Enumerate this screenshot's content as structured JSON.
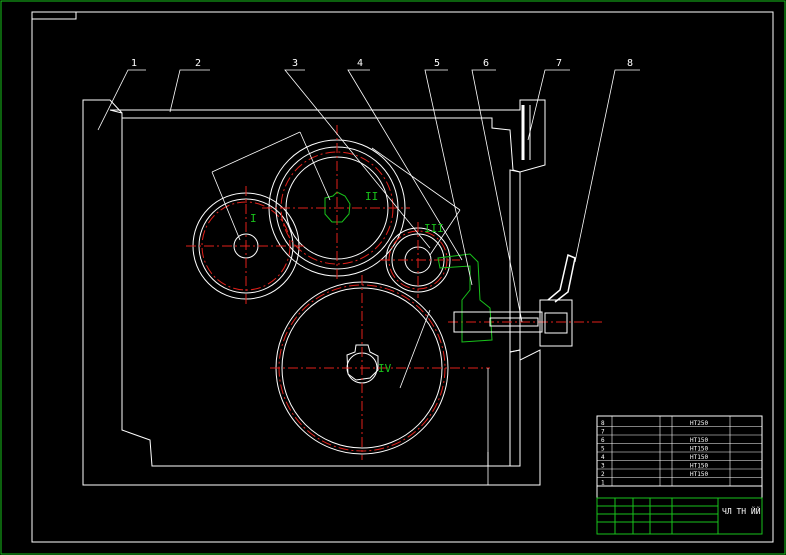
{
  "drawing": {
    "background": "#000000",
    "line_color": "#ffffff",
    "border_color": "#18c21b",
    "centerline_color": "#e0201a",
    "balloons": [
      "1",
      "2",
      "3",
      "4",
      "5",
      "6",
      "7",
      "8"
    ],
    "gear_labels": [
      "I",
      "II",
      "III",
      "IV"
    ]
  },
  "title_block": {
    "parts_rows": [
      {
        "no": "8",
        "material": "HT250"
      },
      {
        "no": "7",
        "material": ""
      },
      {
        "no": "6",
        "material": "HT150"
      },
      {
        "no": "5",
        "material": "HT150"
      },
      {
        "no": "4",
        "material": "HT150"
      },
      {
        "no": "3",
        "material": "HT150"
      },
      {
        "no": "2",
        "material": "HT150"
      },
      {
        "no": "1",
        "material": ""
      }
    ],
    "drawing_title": "ЧЛ ТН ЙЙ"
  }
}
